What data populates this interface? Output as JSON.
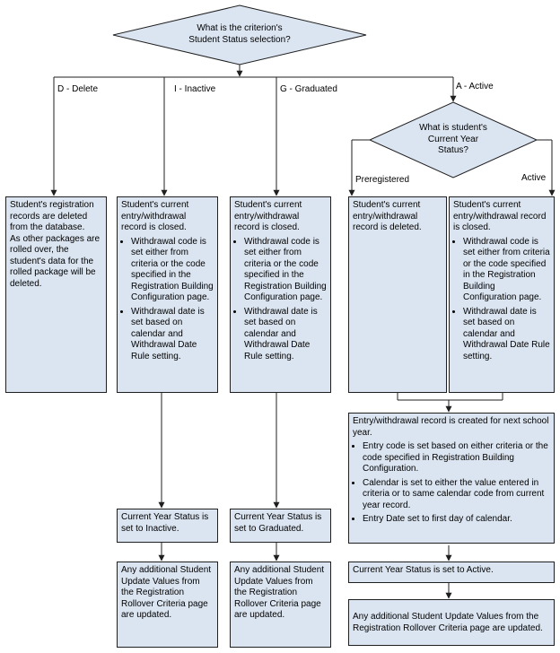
{
  "decision_main": {
    "line1": "What is the criterion's",
    "line2": "Student Status selection?"
  },
  "decision_year": {
    "line1": "What is student's",
    "line2": "Current Year",
    "line3": "Status?"
  },
  "branches": {
    "delete": "D - Delete",
    "inactive": "I - Inactive",
    "graduated": "G - Graduated",
    "active": "A - Active",
    "preregistered": "Preregistered",
    "active_sub": "Active"
  },
  "delete_box": {
    "p1": "Student's registration records are deleted from the database.",
    "p2": "As other packages are rolled over, the student's data for the rolled package will be deleted."
  },
  "inactive_box": {
    "intro": "Student's current entry/withdrawal record is closed.",
    "b1": "Withdrawal code is set either from criteria or the code specified in the Registration Building Configuration page.",
    "b2": "Withdrawal date is set based on calendar and Withdrawal Date Rule setting."
  },
  "graduated_box": {
    "intro": "Student's current entry/withdrawal record is closed.",
    "b1": "Withdrawal code is set either from criteria or the code specified in the Registration Building Configuration page.",
    "b2": "Withdrawal date is set based on calendar and Withdrawal Date Rule setting."
  },
  "prereg_box": {
    "p1": "Student's current entry/withdrawal record is deleted."
  },
  "activesub_box": {
    "intro": "Student's current entry/withdrawal record is closed.",
    "b1": "Withdrawal code is set either from criteria or the code specified in the Registration Building Configuration page.",
    "b2": "Withdrawal date is set based on calendar and Withdrawal Date Rule setting."
  },
  "entry_box": {
    "intro": "Entry/withdrawal record is created for next school year.",
    "b1": "Entry code is set based on either criteria or the code specified in Registration Building Configuration.",
    "b2": "Calendar is set to either the value entered in criteria or to same calendar code from current year record.",
    "b3": "Entry Date set to first day of calendar."
  },
  "status_inactive": "Current Year Status is set to Inactive.",
  "status_graduated": "Current Year Status is set to Graduated.",
  "status_active": "Current Year Status is set to Active.",
  "update_inactive": "Any additional Student Update Values from the Registration Rollover Criteria page are updated.",
  "update_graduated": "Any additional Student Update Values from the Registration Rollover Criteria page are updated.",
  "update_active": "Any additional Student Update Values from the Registration Rollover Criteria page are updated.",
  "colors": {
    "fill": "#dbe5f1",
    "stroke": "#1f1f1f"
  }
}
